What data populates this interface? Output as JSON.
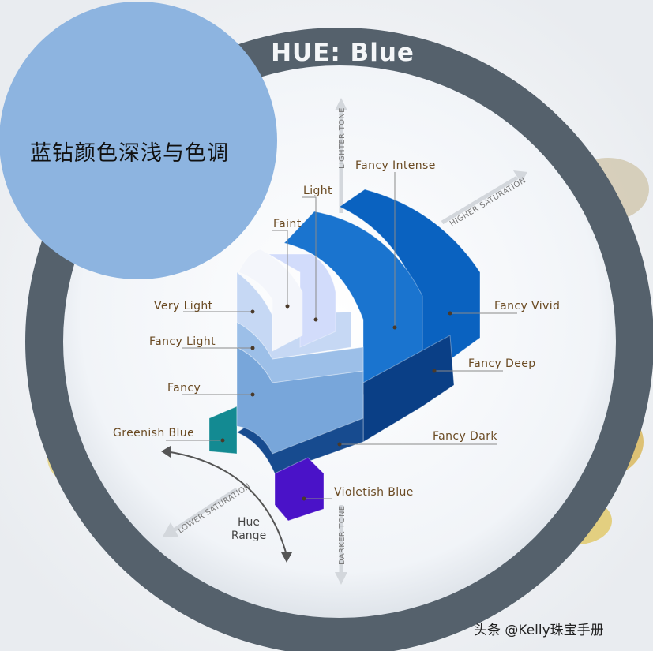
{
  "title": "HUE: Blue",
  "overlay_title": "蓝钻颜色深浅与色调",
  "watermark": "头条 @Kelly珠宝手册",
  "axes": {
    "lighter_tone": "LIGHTER TONE",
    "darker_tone": "DARKER TONE",
    "higher_saturation": "HIGHER SATURATION",
    "lower_saturation": "LOWER SATURATION"
  },
  "hue_range": {
    "line1": "Hue",
    "line2": "Range"
  },
  "grades": {
    "faint": "Faint",
    "light": "Light",
    "very_light": "Very Light",
    "fancy_light": "Fancy Light",
    "fancy": "Fancy",
    "fancy_intense": "Fancy Intense",
    "fancy_vivid": "Fancy Vivid",
    "fancy_deep": "Fancy Deep",
    "fancy_dark": "Fancy Dark",
    "greenish_blue": "Greenish Blue",
    "violetish_blue": "Violetish Blue"
  },
  "colors": {
    "ring": "#55616c",
    "disc": "#f2f5f9",
    "overlay_circle": "#8db4e0",
    "fancy_vivid": "#0a62c0",
    "fancy_intense": "#1a74cf",
    "fancy_deep": "#0a3f86",
    "fancy_dark": "#174b8f",
    "fancy": "#78a6da",
    "fancy_light": "#9cbfe8",
    "very_light": "#c6d8f4",
    "light": "#d2dcfb",
    "faint": "#f4f6fb",
    "greenish_blue": "#138a92",
    "violetish_blue": "#4a12c8",
    "label_text": "#6a4a22"
  }
}
